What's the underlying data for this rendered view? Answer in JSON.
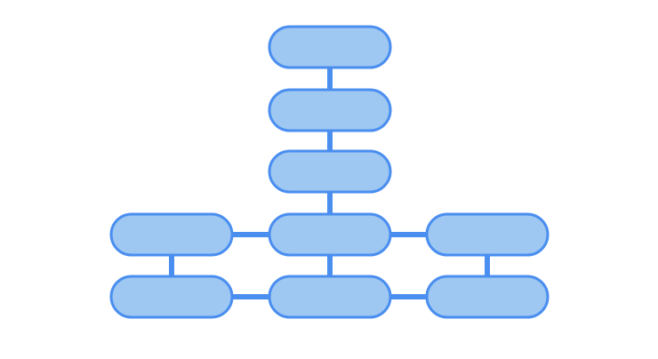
{
  "diagram": {
    "colors": {
      "node_fill": "#9ec8f1",
      "node_stroke": "#4a8ef0",
      "edge": "#4a8ef0",
      "background": "#ffffff"
    },
    "nodes": [
      {
        "id": "n1",
        "label": ""
      },
      {
        "id": "n2",
        "label": ""
      },
      {
        "id": "n3",
        "label": ""
      },
      {
        "id": "n4",
        "label": ""
      },
      {
        "id": "n5",
        "label": ""
      },
      {
        "id": "n6",
        "label": ""
      },
      {
        "id": "n7",
        "label": ""
      },
      {
        "id": "n8",
        "label": ""
      },
      {
        "id": "n9",
        "label": ""
      }
    ],
    "edges": [
      {
        "from": "n1",
        "to": "n2"
      },
      {
        "from": "n2",
        "to": "n3"
      },
      {
        "from": "n3",
        "to": "n4"
      },
      {
        "from": "n4",
        "to": "n5"
      },
      {
        "from": "n4",
        "to": "n6"
      },
      {
        "from": "n4",
        "to": "n7"
      },
      {
        "from": "n5",
        "to": "n8"
      },
      {
        "from": "n6",
        "to": "n9"
      },
      {
        "from": "n8",
        "to": "n7"
      },
      {
        "from": "n7",
        "to": "n9"
      }
    ]
  }
}
